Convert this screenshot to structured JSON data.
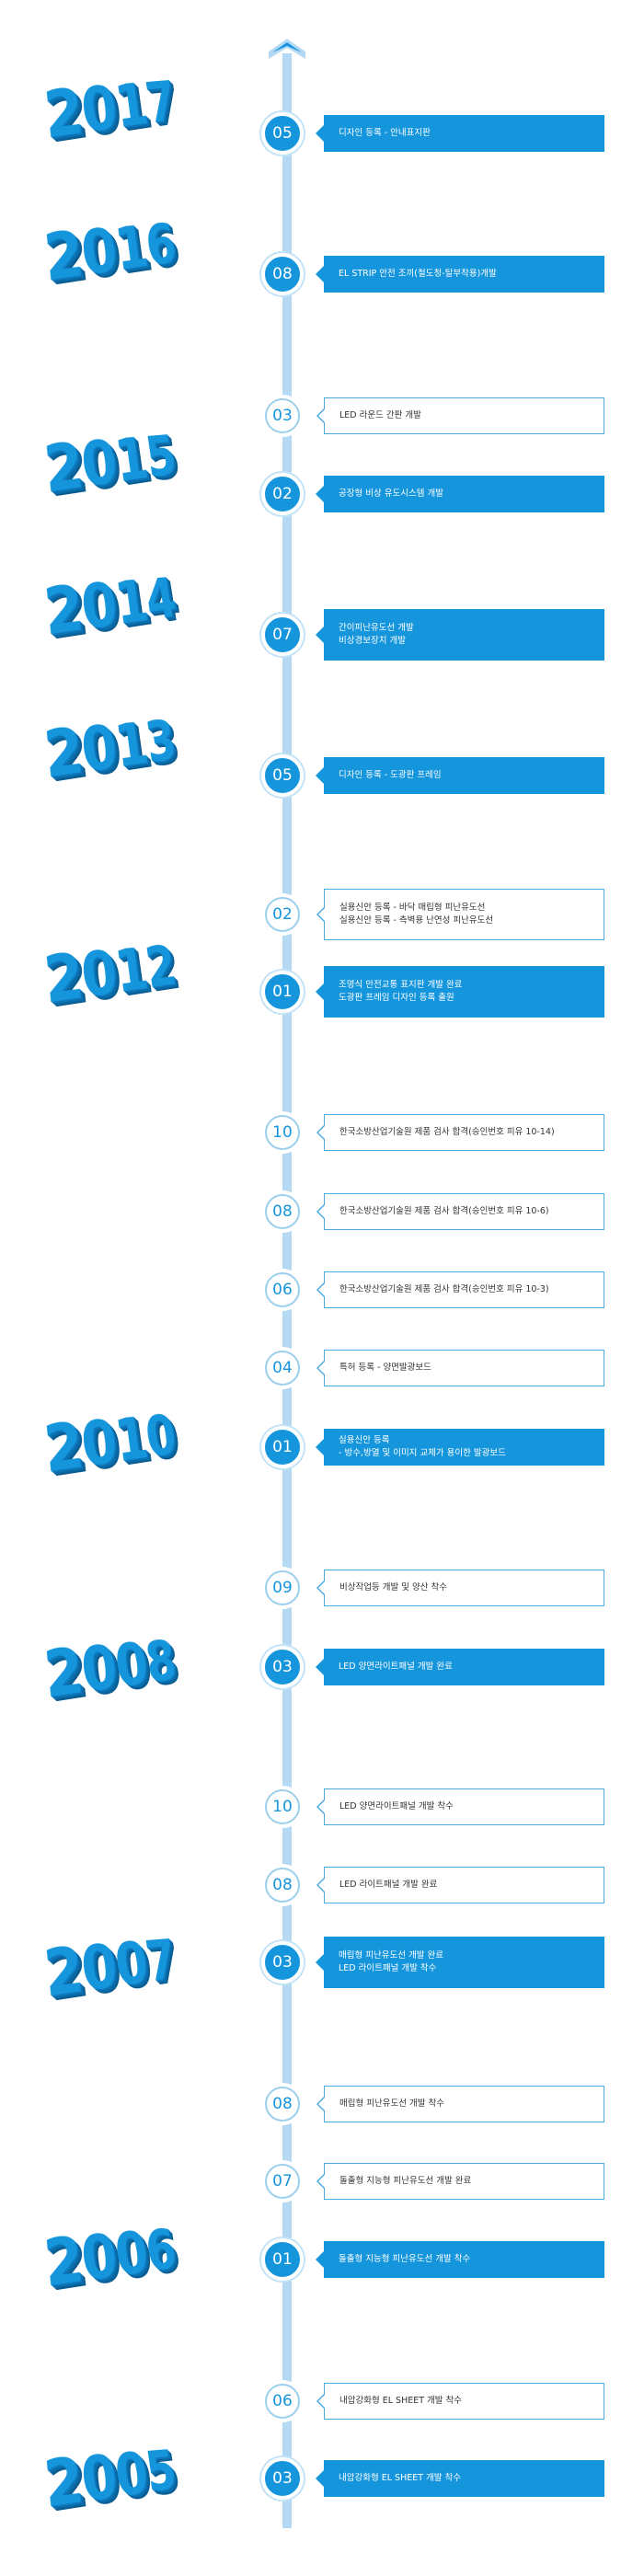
{
  "colors": {
    "accent": "#1595dc",
    "line": "#b6d9f3",
    "outline_border": "#4aa9e0"
  },
  "timeline": {
    "years": [
      "2017",
      "2016",
      "2015",
      "2014",
      "2013",
      "2012",
      "2010",
      "2008",
      "2007",
      "2006",
      "2005"
    ],
    "events": [
      {
        "month": "05",
        "style": "filled",
        "lines": [
          "디자인 등록 - 안내표지판"
        ]
      },
      {
        "month": "08",
        "style": "filled",
        "lines": [
          "EL STRIP 안전 조끼(철도청-탈부착용)개발"
        ]
      },
      {
        "month": "03",
        "style": "outline",
        "lines": [
          "LED 라운드 간판 개발"
        ]
      },
      {
        "month": "02",
        "style": "filled",
        "lines": [
          "공장형 비상 유도시스템 개발"
        ]
      },
      {
        "month": "07",
        "style": "filled",
        "lines": [
          "간이피난유도선 개발",
          "비상경보장치 개발"
        ]
      },
      {
        "month": "05",
        "style": "filled",
        "lines": [
          "디자인 등록 - 도광판 프레임"
        ]
      },
      {
        "month": "02",
        "style": "outline",
        "lines": [
          "실용신안 등록 - 바닥 매립형 피난유도선",
          "실용신안 등록 - 측벽용 난연성 피난유도선"
        ]
      },
      {
        "month": "01",
        "style": "filled",
        "lines": [
          "조명식 안전교통 표지판 개발 완료",
          "도광판 프레임 디자인 등록 출원"
        ]
      },
      {
        "month": "10",
        "style": "outline",
        "lines": [
          "한국소방산업기술원 제품 검사 합격(승인번호 피유 10-14)"
        ]
      },
      {
        "month": "08",
        "style": "outline",
        "lines": [
          "한국소방산업기술원 제품 검사 합격(승인번호 피유 10-6)"
        ]
      },
      {
        "month": "06",
        "style": "outline",
        "lines": [
          "한국소방산업기술원 제품 검사 합격(승인번호 피유 10-3)"
        ]
      },
      {
        "month": "04",
        "style": "outline",
        "lines": [
          "특허 등록 - 양면발광보드"
        ]
      },
      {
        "month": "01",
        "style": "filled",
        "lines": [
          "실용신안 등록",
          "- 방수,방열 및 이미지 교체가 용이한 발광보드"
        ]
      },
      {
        "month": "09",
        "style": "outline",
        "lines": [
          "비상작업등 개발 및 양산 착수"
        ]
      },
      {
        "month": "03",
        "style": "filled",
        "lines": [
          "LED 양면라이트패널 개발 완료"
        ]
      },
      {
        "month": "10",
        "style": "outline",
        "lines": [
          "LED 양면라이트패널 개발 착수"
        ]
      },
      {
        "month": "08",
        "style": "outline",
        "lines": [
          "LED 라이트패널 개발 완료"
        ]
      },
      {
        "month": "03",
        "style": "filled",
        "lines": [
          "매립형 피난유도선 개발 완료",
          "LED 라이트패널 개발 착수"
        ]
      },
      {
        "month": "08",
        "style": "outline",
        "lines": [
          "매립형 피난유도선 개발 착수"
        ]
      },
      {
        "month": "07",
        "style": "outline",
        "lines": [
          "돌출형 지능형 피난유도선 개발 완료"
        ]
      },
      {
        "month": "01",
        "style": "filled",
        "lines": [
          "돌출형 지능형 피난유도선 개발 착수"
        ]
      },
      {
        "month": "06",
        "style": "outline",
        "lines": [
          "내압강화형 EL SHEET 개발 착수"
        ]
      },
      {
        "month": "03",
        "style": "filled",
        "lines": [
          "내압강화형 EL SHEET 개발 착수"
        ]
      }
    ]
  }
}
